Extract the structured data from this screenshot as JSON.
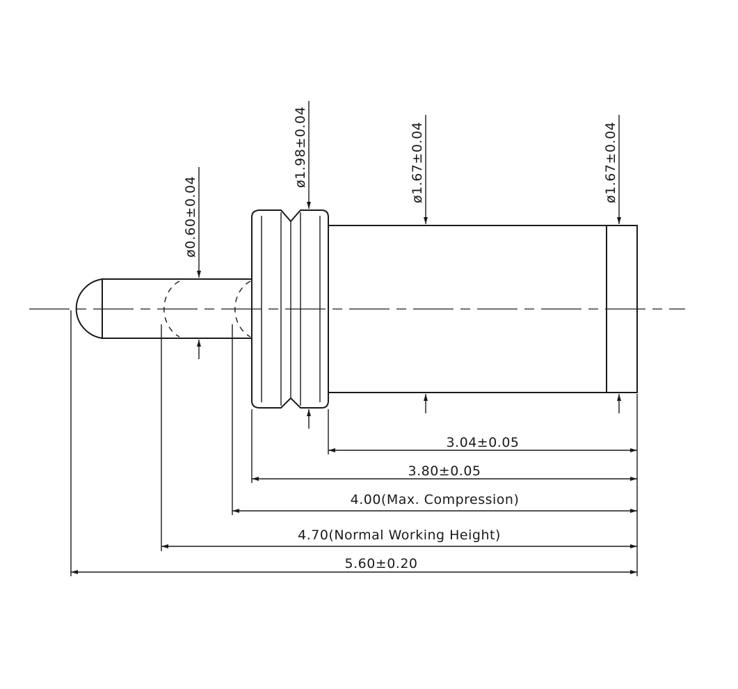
{
  "diameters": {
    "tip": "ø0.60±0.04",
    "collar": "ø1.98±0.04",
    "barrel": "ø1.67±0.04",
    "end": "ø1.67±0.04"
  },
  "lengths": {
    "barrel": "3.04±0.05",
    "collar_to_end": "3.80±0.05",
    "max_compression": "4.00(Max. Compression)",
    "working_height": "4.70(Normal Working Height)",
    "overall": "5.60±0.20"
  }
}
